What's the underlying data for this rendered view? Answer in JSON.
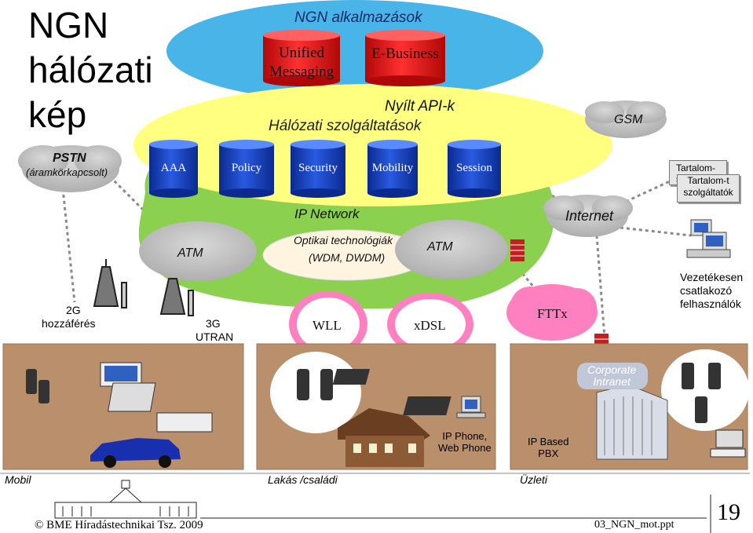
{
  "title": {
    "line1": "NGN",
    "line2": "hálózati",
    "line3": "kép"
  },
  "applications": {
    "label": "NGN alkalmazások",
    "unified": "Unified Messaging",
    "ebusiness": "E-Business"
  },
  "open_api": "Nyílt API-k",
  "services": {
    "label": "Hálózati szolgáltatások",
    "items": [
      "AAA",
      "Policy",
      "Security",
      "Mobility",
      "Session"
    ]
  },
  "ip_network": {
    "label": "IP Network",
    "optical_line1": "Optikai technológiák",
    "optical_line2": "(WDM, DWDM)",
    "atm_left": "ATM",
    "atm_right": "ATM"
  },
  "clouds": {
    "pstn": "PSTN",
    "pstn_sub": "(áramkörkapcsolt)",
    "gsm": "GSM",
    "internet": "Internet",
    "wll": "WLL",
    "xdsl": "xDSL",
    "fttx": "FTTx"
  },
  "access": {
    "g2_line1": "2G",
    "g2_line2": "hozzáférés",
    "g3_line1": "3G",
    "g3_line2": "UTRAN"
  },
  "content": {
    "back": "Tartalom-szolgáltatók",
    "front_line1": "Tartalom-t",
    "front_line2": "szolgáltatók"
  },
  "wired_users": {
    "line1": "Vezetékesen",
    "line2": "csatlakozó",
    "line3": "felhasználók"
  },
  "corporate": {
    "line1": "Corporate",
    "line2": "Intranet"
  },
  "ip_phone": {
    "line1": "IP Phone,",
    "line2": "Web Phone"
  },
  "ip_pbx": {
    "line1": "IP Based",
    "line2": "PBX"
  },
  "segments": {
    "mobile": "Mobil",
    "home": "Lakás /családi",
    "business": "Üzleti"
  },
  "footer": {
    "copyright": "BME Híradástechnikai Tsz. 2009",
    "file": "03_NGN_mot.ppt",
    "page": "19"
  },
  "colors": {
    "app_ellipse": "#48b4e8",
    "services_ellipse": "#ffff80",
    "network_green": "#8cd050",
    "cylinder_blue": "#1840c0",
    "cylinder_red": "#e01818",
    "tile_brown": "#b98f6c",
    "cloud_pink": "#ff80c0"
  }
}
